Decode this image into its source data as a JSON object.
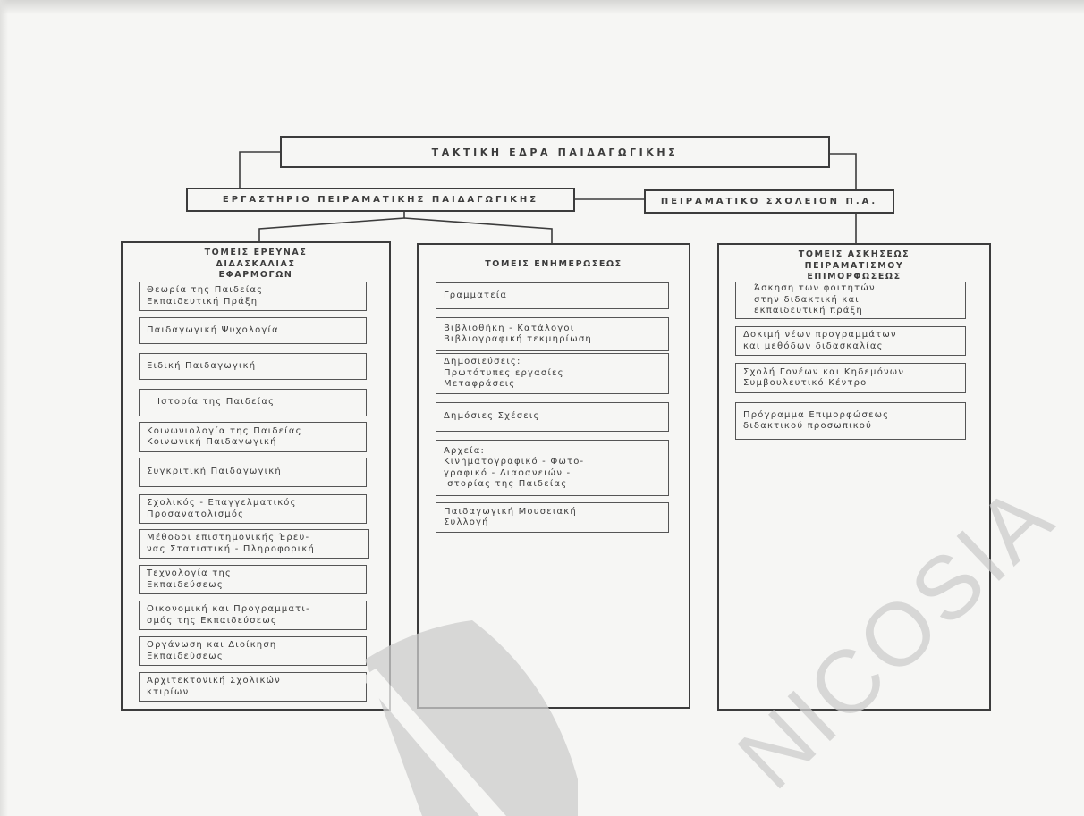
{
  "diagram": {
    "title": "ΤΑΚΤΙΚΗ ΕΔΡΑ ΠΑΙΔΑΓΩΓΙΚΗΣ",
    "branches": {
      "left": "ΕΡΓΑΣΤΗΡΙΟ ΠΕΙΡΑΜΑΤΙΚΗΣ ΠΑΙΔΑΓΩΓΙΚΗΣ",
      "right": "ΠΕΙΡΑΜΑΤΙΚΟ ΣΧΟΛΕΙΟΝ Π.Α."
    },
    "columns": [
      {
        "header": [
          "ΤΟΜΕΙΣ ΕΡΕΥΝΑΣ",
          "ΔΙΔΑΣΚΑΛΙΑΣ",
          "ΕΦΑΡΜΟΓΩΝ"
        ],
        "items": [
          [
            "Θεωρία της Παιδείας",
            "Εκπαιδευτική Πράξη"
          ],
          [
            "Παιδαγωγική Ψυχολογία"
          ],
          [
            "Ειδική Παιδαγωγική"
          ],
          [
            "Ιστορία της Παιδείας"
          ],
          [
            "Κοινωνιολογία της Παιδείας",
            "Κοινωνική Παιδαγωγική"
          ],
          [
            "Συγκριτική Παιδαγωγική"
          ],
          [
            "Σχολικός - Επαγγελματικός",
            "Προσανατολισμός"
          ],
          [
            "Μέθοδοι επιστημονικής Έρευ-",
            "νας Στατιστική - Πληροφορική"
          ],
          [
            "Τεχνολογία της",
            "Εκπαιδεύσεως"
          ],
          [
            "Οικονομική και Προγραμματι-",
            "σμός της Εκπαιδεύσεως"
          ],
          [
            "Οργάνωση και Διοίκηση",
            "Εκπαιδεύσεως"
          ],
          [
            "Αρχιτεκτονική Σχολικών",
            "κτιρίων"
          ]
        ]
      },
      {
        "header": [
          "ΤΟΜΕΙΣ ΕΝΗΜΕΡΩΣΕΩΣ"
        ],
        "items": [
          [
            "Γραμματεία"
          ],
          [
            "Βιβλιοθήκη - Κατάλογοι",
            "Βιβλιογραφική τεκμηρίωση"
          ],
          [
            "Δημοσιεύσεις:",
            "Πρωτότυπες εργασίες",
            "Μεταφράσεις"
          ],
          [
            "Δημόσιες Σχέσεις"
          ],
          [
            "Αρχεία:",
            "Κινηματογραφικό - Φωτο-",
            "γραφικό - Διαφανειών -",
            "Ιστορίας της Παιδείας"
          ],
          [
            "Παιδαγωγική Μουσειακή",
            "Συλλογή"
          ]
        ]
      },
      {
        "header": [
          "ΤΟΜΕΙΣ ΑΣΚΗΣΕΩΣ",
          "ΠΕΙΡΑΜΑΤΙΣΜΟΥ",
          "ΕΠΙΜΟΡΦΩΣΕΩΣ"
        ],
        "items": [
          [
            "Άσκηση των φοιτητών",
            "στην διδακτική και",
            "εκπαιδευτική πράξη"
          ],
          [
            "Δοκιμή νέων προγραμμάτων",
            "και μεθόδων διδασκαλίας"
          ],
          [
            "Σχολή Γονέων και Κηδεμόνων",
            "Συμβουλευτικό Κέντρο"
          ],
          [
            "Πρόγραμμα Επιμορφώσεως",
            "διδακτικού προσωπικού"
          ]
        ]
      }
    ]
  },
  "watermark": {
    "text": "NICOSIA"
  },
  "colors": {
    "ink": "#3c3c3c",
    "paper": "#f6f6f4",
    "watermark": "#cdcdcd"
  }
}
